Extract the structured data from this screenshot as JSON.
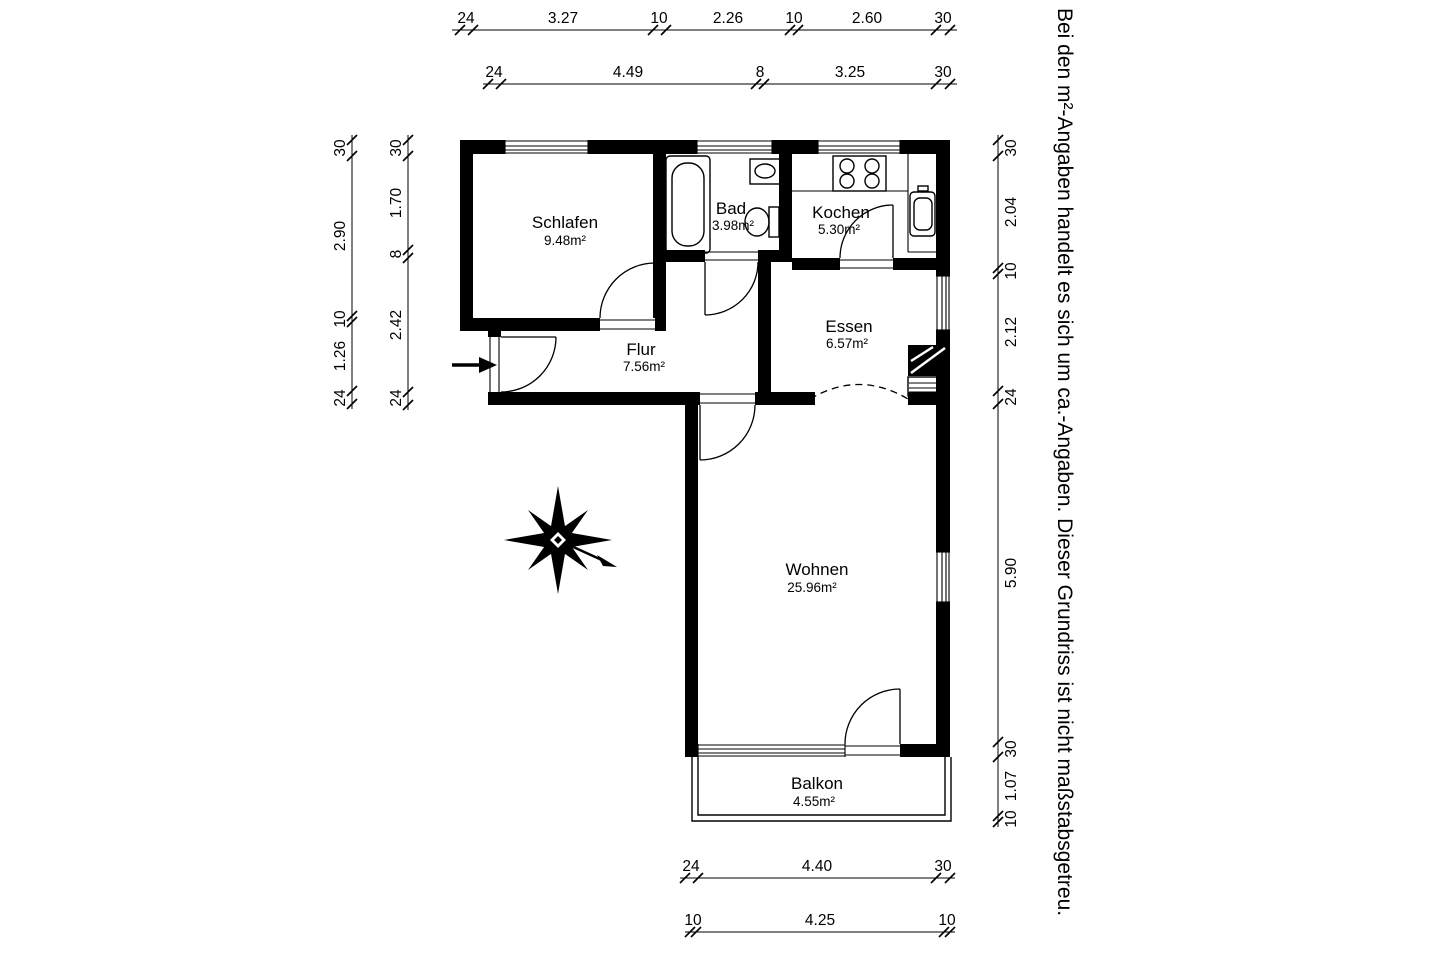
{
  "disclaimer": "Bei den m²-Angaben handelt es sich um ca.-Angaben. Dieser Grundriss ist nicht maßstabsgetreu.",
  "rooms": {
    "schlafen": {
      "name": "Schlafen",
      "area": "9.48m²"
    },
    "bad": {
      "name": "Bad",
      "area": "3.98m²"
    },
    "kochen": {
      "name": "Kochen",
      "area": "5.30m²"
    },
    "essen": {
      "name": "Essen",
      "area": "6.57m²"
    },
    "flur": {
      "name": "Flur",
      "area": "7.56m²"
    },
    "wohnen": {
      "name": "Wohnen",
      "area": "25.96m²"
    },
    "balkon": {
      "name": "Balkon",
      "area": "4.55m²"
    }
  },
  "dimensions": {
    "top_row1": [
      "24",
      "3.27",
      "10",
      "2.26",
      "10",
      "2.60",
      "30"
    ],
    "top_row2": [
      "24",
      "4.49",
      "8",
      "3.25",
      "30"
    ],
    "left_outer": [
      "30",
      "2.90",
      "10",
      "1.26",
      "24"
    ],
    "left_inner": [
      "30",
      "1.70",
      "8",
      "2.42",
      "24"
    ],
    "right": [
      "30",
      "2.04",
      "10",
      "2.12",
      "24",
      "5.90",
      "30",
      "1.07",
      "10"
    ],
    "bottom_row1": [
      "24",
      "4.40",
      "30"
    ],
    "bottom_row2": [
      "10",
      "4.25",
      "10"
    ]
  },
  "colors": {
    "ink": "#000000",
    "background": "#ffffff"
  }
}
